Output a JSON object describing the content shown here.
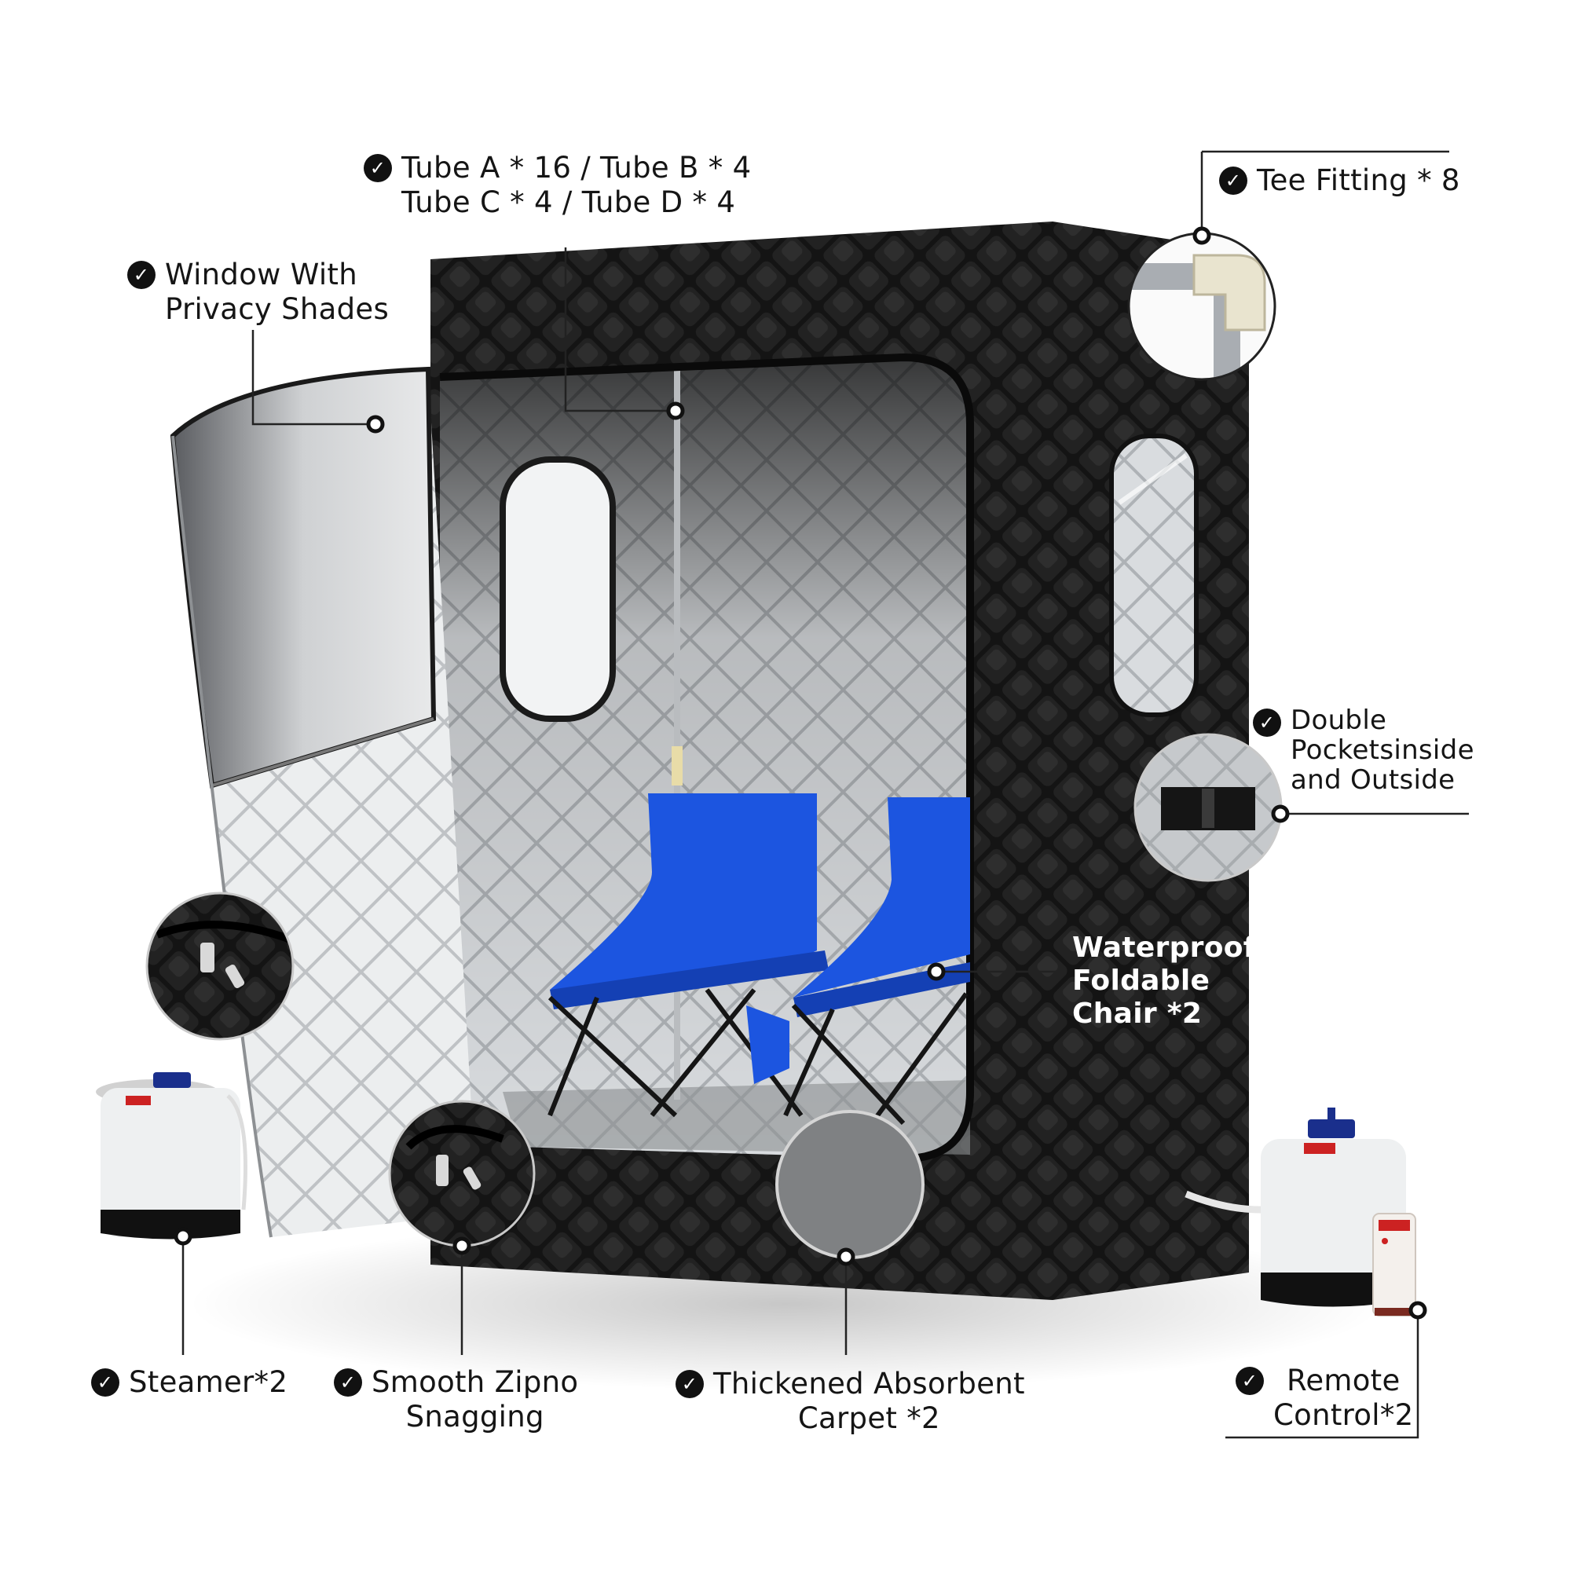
{
  "accent_colors": {
    "chair": "#1c55e0",
    "tent": "#111111",
    "interior": "#cfd2d6",
    "checkmark": "#111111"
  },
  "check_icon": "check-circle-icon",
  "labels": {
    "tubes": {
      "line1": "Tube A * 16 / Tube B * 4",
      "line2": "Tube C * 4 / Tube D * 4"
    },
    "tee": {
      "line1": "Tee Fitting * 8"
    },
    "window": {
      "line1": "Window With",
      "line2": "Privacy Shades"
    },
    "pockets": {
      "line1": "Double",
      "line2": "Pocketsinside",
      "line3": "and Outside"
    },
    "chair": {
      "line1": "Waterproof",
      "line2": "Foldable",
      "line3": "Chair *2"
    },
    "steamer": {
      "line1": "Steamer*2"
    },
    "zip": {
      "line1": "Smooth Zipno",
      "line2": "Snagging"
    },
    "carpet": {
      "line1": "Thickened Absorbent",
      "line2": "Carpet *2"
    },
    "remote": {
      "line1": "Remote",
      "line2": "Control*2"
    }
  }
}
